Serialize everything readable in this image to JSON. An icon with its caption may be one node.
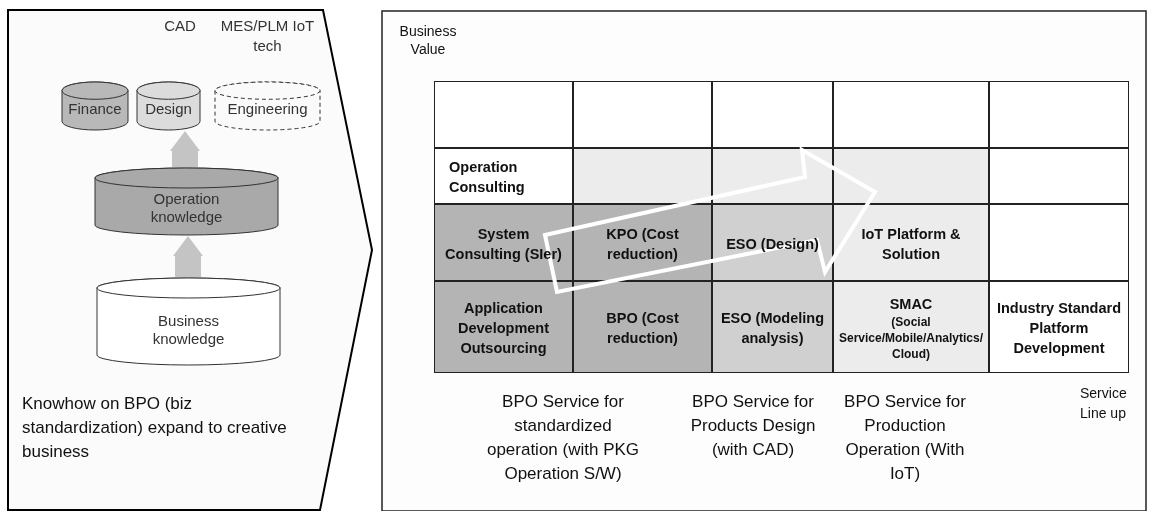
{
  "diagram": {
    "nodes": [
      {
        "text": [
          "Finance"
        ]
      },
      {
        "text": [
          "Design"
        ],
        "beside": [
          "CAD"
        ]
      },
      {
        "text": [
          "Engineering"
        ],
        "beside": [
          "MES/PLM IoT tech"
        ]
      },
      {
        "text": [
          "Operation knowledge"
        ]
      },
      {
        "text": [
          "Business knowledge"
        ]
      }
    ],
    "edges": [
      {
        "from": 4,
        "to": 3,
        "arrow": "to"
      },
      {
        "from": 3,
        "to": 1,
        "arrow": "to"
      }
    ],
    "labels": [
      "Knowhow on BPO (biz standardization) expand to creative business",
      "Business Value",
      "Operation Consulting",
      "System Consulting (SIer)",
      "KPO (Cost reduction)",
      "ESO (Design)",
      "IoT Platform & Solution",
      "Application Development Outsourcing",
      "BPO (Cost reduction)",
      "ESO (Modeling analysis)",
      "SMAC",
      "(Social Service/Mobile/Analytics/Cloud)",
      "Industry Standard Platform Development",
      "Service Line up",
      "BPO Service for standardized operation (with PKG Operation S/W)",
      "BPO Service for Products Design (with CAD)",
      "BPO Service for Production Operation (With IoT)"
    ]
  }
}
